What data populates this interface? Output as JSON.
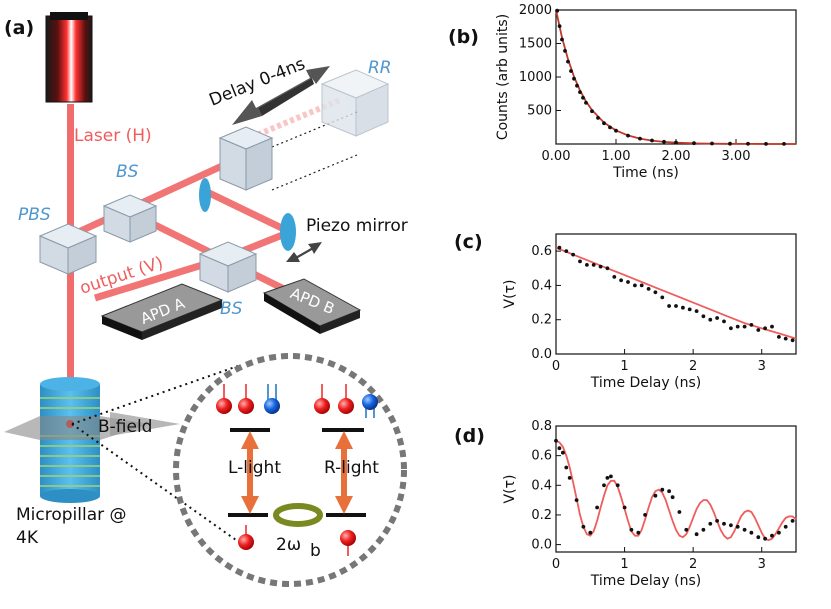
{
  "diagram": {
    "panel_label": "(a)",
    "delay_label": "Delay 0-4ns",
    "rr_label": "RR",
    "laser_label": "Laser (H)",
    "bs_top_label": "BS",
    "pbs_label": "PBS",
    "output_label": "output (V)",
    "bs_bottom_label": "BS",
    "piezo_label": "Piezo mirror",
    "apd_a_label": "APD A",
    "apd_b_label": "APD B",
    "bfield_label": "B-field",
    "micropillar_label_line1": "Micropillar @",
    "micropillar_label_line2": "4K",
    "l_light_label": "L-light",
    "r_light_label": "R-light",
    "precession_label": "2ω",
    "precession_sub": "b",
    "colors": {
      "laser": "#ef5d5d",
      "optics_blue": "#4f97cf",
      "pillar": "#3aa3d8",
      "energy_arrow": "#e8703a"
    }
  },
  "chart_data": [
    {
      "panel_label": "(b)",
      "type": "line",
      "xlabel": "Time (ns)",
      "ylabel": "Counts (arb units)",
      "xlim": [
        0,
        4
      ],
      "ylim": [
        0,
        2000
      ],
      "xticks": [
        "0.00",
        "1.00",
        "2.00",
        "3.00"
      ],
      "xtick_values": [
        0,
        1,
        2,
        3
      ],
      "yticks": [
        "500",
        "1000",
        "1500",
        "2000"
      ],
      "ytick_values": [
        500,
        1000,
        1500,
        2000
      ],
      "series": [
        {
          "kind": "points",
          "color": "#111111",
          "x": [
            0.02,
            0.06,
            0.1,
            0.15,
            0.2,
            0.25,
            0.3,
            0.35,
            0.4,
            0.45,
            0.5,
            0.6,
            0.7,
            0.8,
            0.9,
            1.0,
            1.2,
            1.4,
            1.6,
            1.8,
            2.0,
            2.3,
            2.6,
            2.9,
            3.2,
            3.5,
            3.8
          ],
          "y": [
            1990,
            1760,
            1560,
            1390,
            1230,
            1090,
            975,
            870,
            775,
            690,
            615,
            490,
            390,
            310,
            248,
            198,
            126,
            80,
            52,
            33,
            22,
            12,
            7,
            4,
            3,
            2,
            1
          ]
        },
        {
          "kind": "line",
          "color": "#c0392b",
          "x": [
            0,
            0.1,
            0.2,
            0.3,
            0.4,
            0.5,
            0.6,
            0.8,
            1.0,
            1.2,
            1.4,
            1.6,
            1.8,
            2.0,
            2.4,
            2.8,
            3.2,
            3.6,
            4.0
          ],
          "y": [
            2000,
            1590,
            1265,
            1005,
            800,
            636,
            506,
            320,
            202,
            128,
            81,
            51,
            32,
            20,
            8,
            3,
            1,
            0,
            0
          ]
        }
      ]
    },
    {
      "panel_label": "(c)",
      "type": "scatter",
      "xlabel": "Time Delay (ns)",
      "ylabel": "V(τ)",
      "xlim": [
        0,
        3.5
      ],
      "ylim": [
        0,
        0.7
      ],
      "xticks": [
        "0",
        "1",
        "2",
        "3"
      ],
      "xtick_values": [
        0,
        1,
        2,
        3
      ],
      "yticks": [
        "0.0",
        "0.2",
        "0.4",
        "0.6"
      ],
      "ytick_values": [
        0,
        0.2,
        0.4,
        0.6
      ],
      "series": [
        {
          "kind": "points",
          "color": "#111111",
          "x": [
            0.05,
            0.15,
            0.25,
            0.35,
            0.45,
            0.55,
            0.65,
            0.75,
            0.85,
            0.95,
            1.05,
            1.15,
            1.25,
            1.35,
            1.45,
            1.55,
            1.65,
            1.75,
            1.85,
            1.95,
            2.05,
            2.15,
            2.25,
            2.35,
            2.45,
            2.55,
            2.65,
            2.75,
            2.85,
            2.95,
            3.05,
            3.15,
            3.25,
            3.35,
            3.45
          ],
          "y": [
            0.62,
            0.6,
            0.58,
            0.54,
            0.52,
            0.52,
            0.51,
            0.5,
            0.45,
            0.43,
            0.42,
            0.4,
            0.4,
            0.38,
            0.36,
            0.33,
            0.28,
            0.28,
            0.27,
            0.26,
            0.25,
            0.22,
            0.2,
            0.21,
            0.19,
            0.15,
            0.16,
            0.16,
            0.17,
            0.14,
            0.15,
            0.16,
            0.1,
            0.09,
            0.08
          ]
        },
        {
          "kind": "line",
          "color": "#ef5d5d",
          "x": [
            0,
            0.25,
            0.5,
            0.75,
            1.0,
            1.25,
            1.5,
            1.75,
            2.0,
            2.25,
            2.5,
            2.75,
            3.0,
            3.25,
            3.5
          ],
          "y": [
            0.62,
            0.58,
            0.54,
            0.5,
            0.46,
            0.42,
            0.38,
            0.34,
            0.3,
            0.26,
            0.22,
            0.18,
            0.15,
            0.12,
            0.09
          ]
        }
      ]
    },
    {
      "panel_label": "(d)",
      "type": "scatter",
      "xlabel": "Time Delay (ns)",
      "ylabel": "V(τ)",
      "xlim": [
        0,
        3.5
      ],
      "ylim": [
        -0.05,
        0.8
      ],
      "xticks": [
        "0",
        "1",
        "2",
        "3"
      ],
      "xtick_values": [
        0,
        1,
        2,
        3
      ],
      "yticks": [
        "0.0",
        "0.2",
        "0.4",
        "0.6",
        "0.8"
      ],
      "ytick_values": [
        0,
        0.2,
        0.4,
        0.6,
        0.8
      ],
      "series": [
        {
          "kind": "points",
          "color": "#111111",
          "x": [
            0.0,
            0.05,
            0.1,
            0.15,
            0.2,
            0.3,
            0.4,
            0.5,
            0.6,
            0.7,
            0.75,
            0.8,
            0.9,
            1.0,
            1.1,
            1.2,
            1.3,
            1.45,
            1.55,
            1.65,
            1.7,
            1.8,
            1.9,
            2.05,
            2.15,
            2.25,
            2.35,
            2.45,
            2.55,
            2.65,
            2.75,
            2.85,
            2.95,
            3.05,
            3.15,
            3.25,
            3.35,
            3.45
          ],
          "y": [
            0.7,
            0.65,
            0.62,
            0.52,
            0.45,
            0.3,
            0.12,
            0.08,
            0.25,
            0.4,
            0.45,
            0.46,
            0.4,
            0.25,
            0.1,
            0.08,
            0.2,
            0.33,
            0.37,
            0.36,
            0.32,
            0.22,
            0.1,
            0.07,
            0.1,
            0.14,
            0.16,
            0.14,
            0.13,
            0.12,
            0.1,
            0.08,
            0.05,
            0.04,
            0.06,
            0.08,
            0.12,
            0.16
          ]
        },
        {
          "kind": "line",
          "color": "#ef5d5d",
          "x": [
            0,
            0.05,
            0.1,
            0.15,
            0.2,
            0.25,
            0.3,
            0.35,
            0.4,
            0.45,
            0.5,
            0.55,
            0.6,
            0.65,
            0.7,
            0.75,
            0.8,
            0.85,
            0.9,
            0.95,
            1.0,
            1.05,
            1.1,
            1.15,
            1.2,
            1.25,
            1.3,
            1.35,
            1.4,
            1.45,
            1.5,
            1.55,
            1.6,
            1.65,
            1.7,
            1.75,
            1.8,
            1.85,
            1.9,
            1.95,
            2.0,
            2.05,
            2.1,
            2.15,
            2.2,
            2.25,
            2.3,
            2.35,
            2.4,
            2.45,
            2.5,
            2.55,
            2.6,
            2.65,
            2.7,
            2.75,
            2.8,
            2.85,
            2.9,
            2.95,
            3.0,
            3.05,
            3.1,
            3.15,
            3.2,
            3.25,
            3.3,
            3.35,
            3.4,
            3.45,
            3.5
          ],
          "y": [
            0.7,
            0.69,
            0.66,
            0.6,
            0.52,
            0.42,
            0.31,
            0.2,
            0.12,
            0.07,
            0.06,
            0.09,
            0.16,
            0.25,
            0.33,
            0.4,
            0.43,
            0.43,
            0.39,
            0.32,
            0.24,
            0.16,
            0.09,
            0.06,
            0.06,
            0.1,
            0.17,
            0.25,
            0.32,
            0.36,
            0.37,
            0.35,
            0.3,
            0.23,
            0.16,
            0.1,
            0.06,
            0.05,
            0.07,
            0.12,
            0.18,
            0.24,
            0.28,
            0.3,
            0.3,
            0.27,
            0.22,
            0.16,
            0.1,
            0.06,
            0.04,
            0.05,
            0.09,
            0.14,
            0.19,
            0.22,
            0.23,
            0.22,
            0.18,
            0.13,
            0.08,
            0.04,
            0.03,
            0.04,
            0.07,
            0.11,
            0.15,
            0.18,
            0.19,
            0.19,
            0.17
          ]
        }
      ]
    }
  ]
}
